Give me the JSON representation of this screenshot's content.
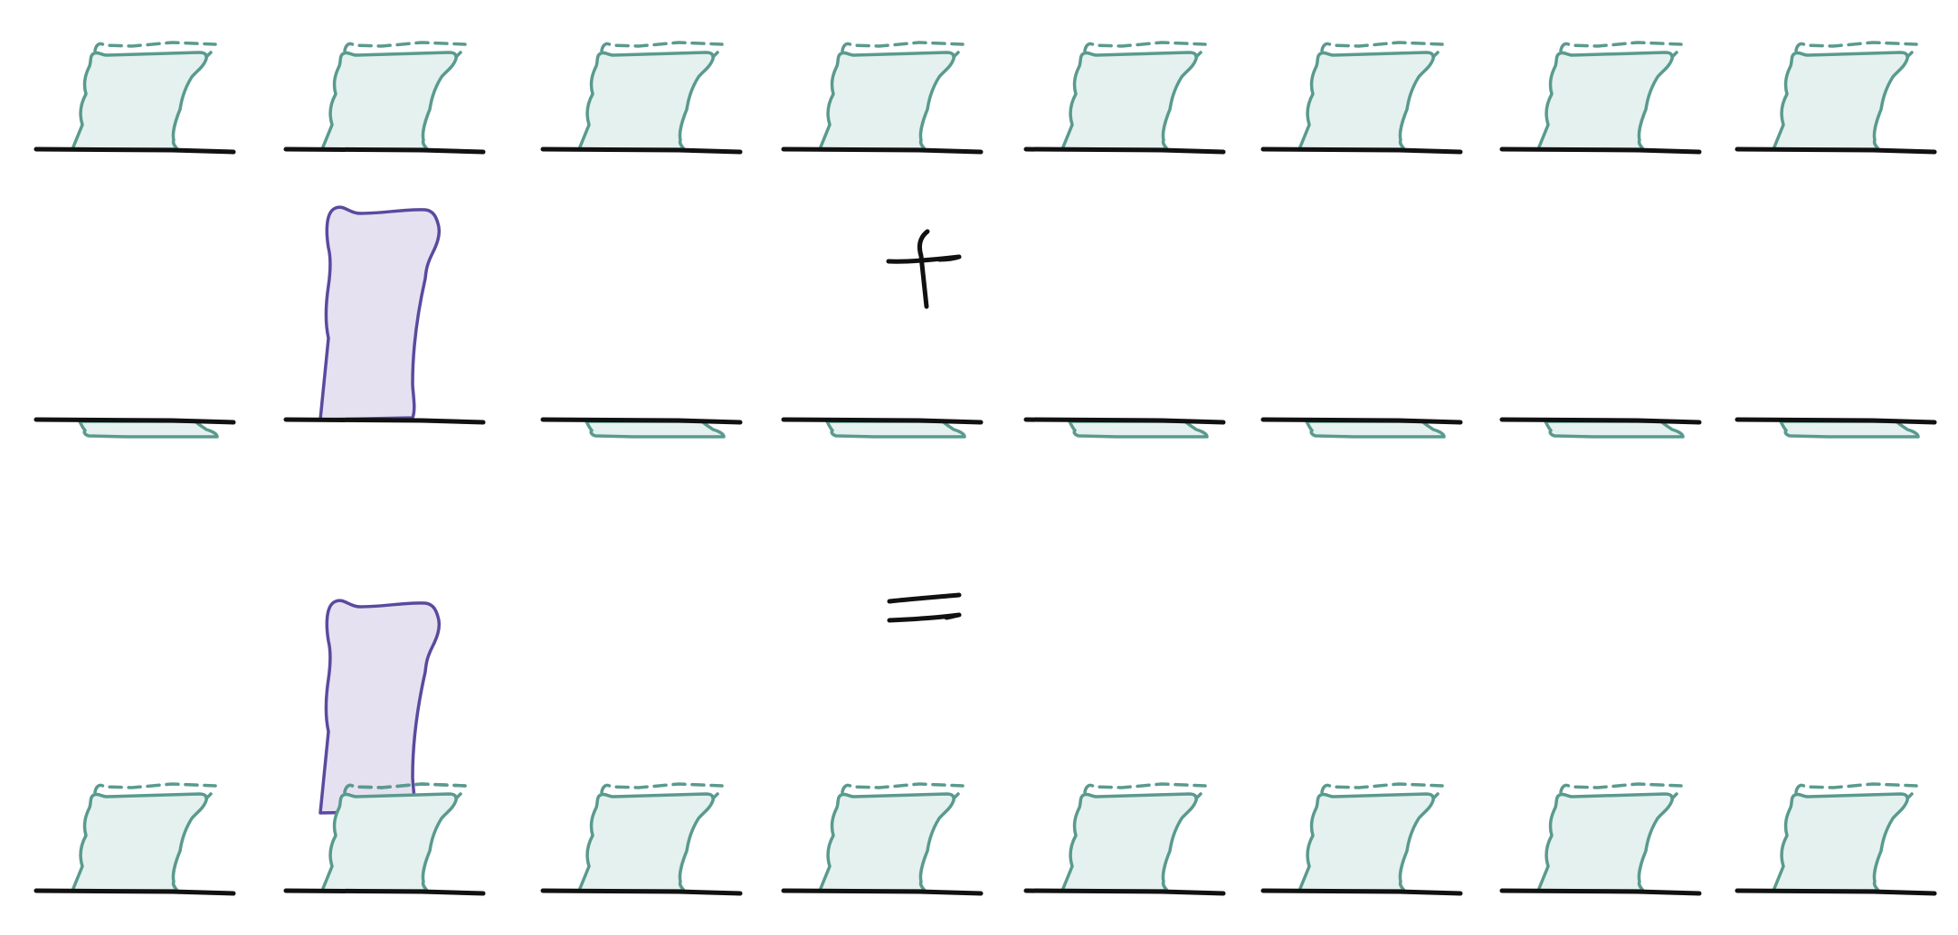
{
  "columns": 8,
  "rows": [
    {
      "id": "row-top",
      "bars": [
        "normal",
        "normal",
        "normal",
        "normal",
        "normal",
        "normal",
        "normal",
        "normal"
      ],
      "spike_index": null
    },
    {
      "id": "row-middle",
      "bars": [
        "flat",
        "spike",
        "flat",
        "flat",
        "flat",
        "flat",
        "flat",
        "flat"
      ],
      "spike_index": 1
    },
    {
      "id": "row-bottom",
      "bars": [
        "normal",
        "normal+spike",
        "normal",
        "normal",
        "normal",
        "normal",
        "normal",
        "normal"
      ],
      "spike_index": 1
    }
  ],
  "operators": [
    {
      "name": "plus-sign",
      "symbol": "+"
    },
    {
      "name": "equals-sign",
      "symbol": "="
    }
  ],
  "colors": {
    "green_fill": "#e4f1ef",
    "green_stroke": "#5a9a8e",
    "purple_fill": "#e6e1f1",
    "purple_stroke": "#5a4a9e",
    "baseline": "#111111"
  }
}
